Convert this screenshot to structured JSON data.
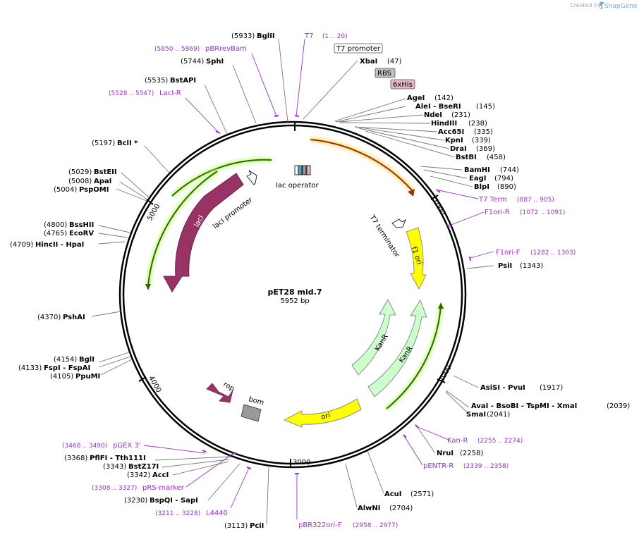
{
  "credit": {
    "prefix": "Created by",
    "brand": "SnapGene"
  },
  "plasmid": {
    "name": "pET28 mid.7",
    "length": "5952 bp"
  },
  "ticks": [
    "1000",
    "2000",
    "3000",
    "4000",
    "5000"
  ],
  "sites": [
    {
      "num": "(5933)",
      "name": "BglII"
    },
    {
      "num": "(5744)",
      "name": "SphI"
    },
    {
      "num": "(5535)",
      "name": "BstAPI"
    },
    {
      "num": "(5197)",
      "name": "BclI *"
    },
    {
      "num": "(5029)",
      "name": "BstEII"
    },
    {
      "num": "(5008)",
      "name": "ApaI"
    },
    {
      "num": "(5004)",
      "name": "PspOMI"
    },
    {
      "num": "(4800)",
      "name": "BssHII"
    },
    {
      "num": "(4765)",
      "name": "EcoRV"
    },
    {
      "num": "(4709)",
      "name": "HincII  -  HpaI"
    },
    {
      "num": "(4370)",
      "name": "PshAI"
    },
    {
      "num": "(4154)",
      "name": "BglI"
    },
    {
      "num": "(4133)",
      "name": "FspI  -  FspAI"
    },
    {
      "num": "(4105)",
      "name": "PpuMI"
    },
    {
      "num": "(3368)",
      "name": "PflFI  -  Tth111I"
    },
    {
      "num": "(3343)",
      "name": "BstZ17I"
    },
    {
      "num": "(3342)",
      "name": "AccI"
    },
    {
      "num": "(3230)",
      "name": "BspQI  -  SapI"
    },
    {
      "num": "(3113)",
      "name": "PciI"
    },
    {
      "num": "(47)",
      "name": "XbaI"
    },
    {
      "num": "(142)",
      "name": "AgeI"
    },
    {
      "num": "(145)",
      "name": "AleI  -  BseRI"
    },
    {
      "num": "(231)",
      "name": "NdeI"
    },
    {
      "num": "(238)",
      "name": "HindIII"
    },
    {
      "num": "(335)",
      "name": "Acc65I"
    },
    {
      "num": "(339)",
      "name": "KpnI"
    },
    {
      "num": "(369)",
      "name": "DraI"
    },
    {
      "num": "(458)",
      "name": "BstBI"
    },
    {
      "num": "(744)",
      "name": "BamHI"
    },
    {
      "num": "(794)",
      "name": "EagI"
    },
    {
      "num": "(890)",
      "name": "BlpI"
    },
    {
      "num": "(1343)",
      "name": "PsiI"
    },
    {
      "num": "(1917)",
      "name": "AsiSI  -  PvuI"
    },
    {
      "num": "(2039)",
      "name": "AvaI  -  BsoBI  -  TspMI  -  XmaI"
    },
    {
      "num": "(2041)",
      "name": "SmaI"
    },
    {
      "num": "(2258)",
      "name": "NruI"
    },
    {
      "num": "(2571)",
      "name": "AcuI"
    },
    {
      "num": "(2704)",
      "name": "AlwNI"
    }
  ],
  "primers": [
    {
      "name": "T7",
      "range": "(1 .. 20)"
    },
    {
      "name": "pBRrevBam",
      "range": "(5850 .. 5869)"
    },
    {
      "name": "LacI-R",
      "range": "(5528 .. 5547)"
    },
    {
      "name": "T7 Term",
      "range": "(887 .. 905)"
    },
    {
      "name": "F1ori-R",
      "range": "(1072 .. 1091)"
    },
    {
      "name": "F1ori-F",
      "range": "(1282 .. 1303)"
    },
    {
      "name": "Kan-R",
      "range": "(2255 .. 2274)"
    },
    {
      "name": "pENTR-R",
      "range": "(2339 .. 2358)"
    },
    {
      "name": "pBR322ori-F",
      "range": "(2958 .. 2977)"
    },
    {
      "name": "L4440",
      "range": "(3211 .. 3228)"
    },
    {
      "name": "pRS-marker",
      "range": "(3308 .. 3327)"
    },
    {
      "name": "pGEX 3'",
      "range": "(3468 .. 3490)"
    }
  ],
  "boxed_features": [
    {
      "label": "T7 promoter",
      "fill": "#ffffff"
    },
    {
      "label": "RBS",
      "fill": "#c0c0c0"
    },
    {
      "label": "6xHis",
      "fill": "#e8b4c8"
    }
  ],
  "features": {
    "lac_operator": "lac operator",
    "laci_promoter": "lacI promoter",
    "laci": "lacI",
    "t7_terminator": "T7 terminator",
    "f1_ori": "f1 ori",
    "kanr": "KanR",
    "ori": "ori",
    "rop": "rop",
    "bom": "bom"
  },
  "colors": {
    "laci": "#993366",
    "f1_ori": "#ffff00",
    "kanr": "#ccffcc",
    "ori": "#ffff00",
    "rop": "#993366",
    "bom": "#999999",
    "orf_green": "#336600",
    "orf_orange": "#993300",
    "primer": "#9b30c8"
  }
}
